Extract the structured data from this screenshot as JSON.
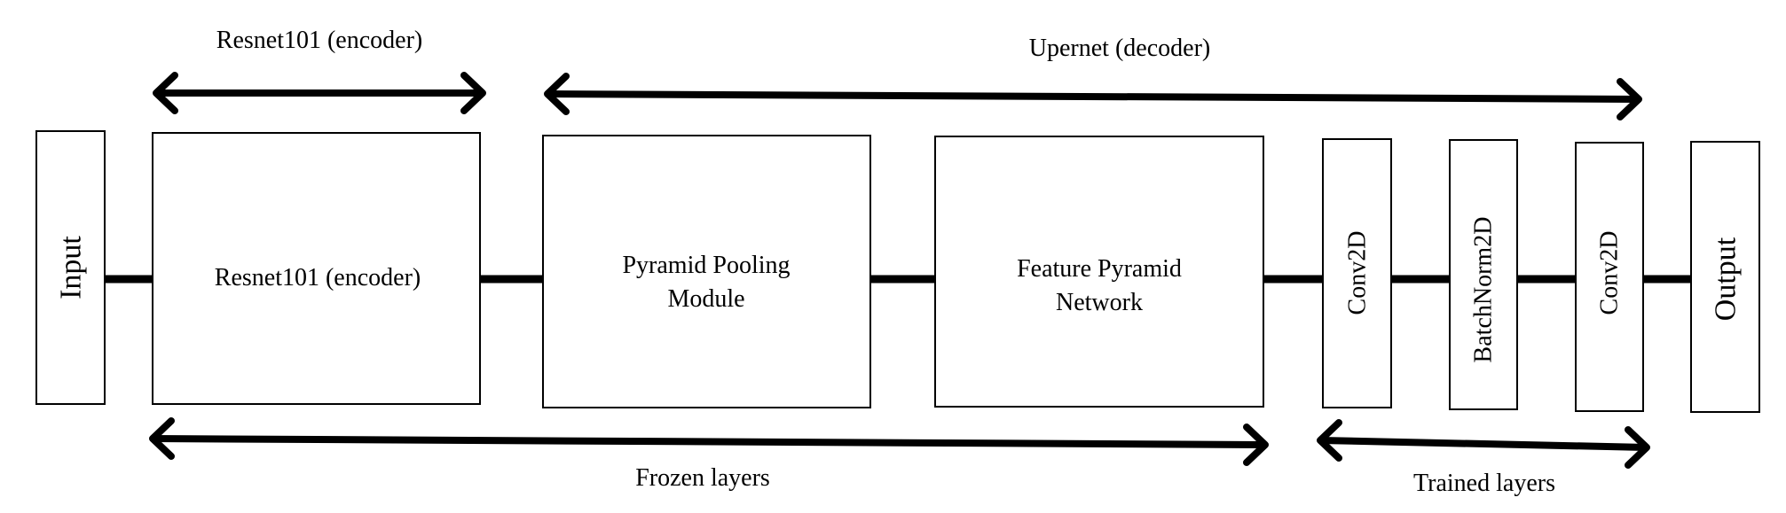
{
  "blocks": {
    "input": "Input",
    "encoder": "Resnet101 (encoder)",
    "ppm_line1": "Pyramid Pooling",
    "ppm_line2": "Module",
    "fpn_line1": "Feature Pyramid",
    "fpn_line2": "Network",
    "conv1": "Conv2D",
    "batchnorm": "BatchNorm2D",
    "conv2": "Conv2D",
    "output": "Output"
  },
  "spans": {
    "encoder": "Resnet101 (encoder)",
    "decoder": "Upernet (decoder)",
    "frozen": "Frozen layers",
    "trained": "Trained layers"
  }
}
